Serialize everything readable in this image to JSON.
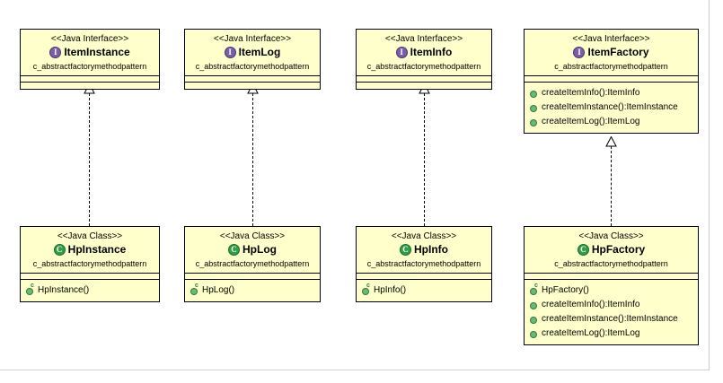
{
  "diagram": {
    "colors": {
      "box_fill": "#ffffcc",
      "box_border": "#000000",
      "interface_icon": "#7b5ea7",
      "class_icon": "#2f9e44",
      "method_icon": "#6aba72",
      "page_background": "#ffffff"
    },
    "package": "c_abstractfactorymethodpattern",
    "stereotype_interface": "<<Java Interface>>",
    "stereotype_class": "<<Java Class>>",
    "interface_icon_letter": "I",
    "class_icon_letter": "C",
    "constructor_badge": "c",
    "interfaces": [
      {
        "name": "ItemInstance",
        "stereotype": "<<Java Interface>>",
        "package": "c_abstractfactorymethodpattern",
        "methods": []
      },
      {
        "name": "ItemLog",
        "stereotype": "<<Java Interface>>",
        "package": "c_abstractfactorymethodpattern",
        "methods": []
      },
      {
        "name": "ItemInfo",
        "stereotype": "<<Java Interface>>",
        "package": "c_abstractfactorymethodpattern",
        "methods": []
      },
      {
        "name": "ItemFactory",
        "stereotype": "<<Java Interface>>",
        "package": "c_abstractfactorymethodpattern",
        "methods": [
          "createItemInfo():ItemInfo",
          "createItemInstance():ItemInstance",
          "createItemLog():ItemLog"
        ]
      }
    ],
    "classes": [
      {
        "name": "HpInstance",
        "stereotype": "<<Java Class>>",
        "package": "c_abstractfactorymethodpattern",
        "members": [
          {
            "label": "HpInstance()",
            "kind": "constructor"
          }
        ]
      },
      {
        "name": "HpLog",
        "stereotype": "<<Java Class>>",
        "package": "c_abstractfactorymethodpattern",
        "members": [
          {
            "label": "HpLog()",
            "kind": "constructor"
          }
        ]
      },
      {
        "name": "HpInfo",
        "stereotype": "<<Java Class>>",
        "package": "c_abstractfactorymethodpattern",
        "members": [
          {
            "label": "HpInfo()",
            "kind": "constructor"
          }
        ]
      },
      {
        "name": "HpFactory",
        "stereotype": "<<Java Class>>",
        "package": "c_abstractfactorymethodpattern",
        "members": [
          {
            "label": "HpFactory()",
            "kind": "constructor"
          },
          {
            "label": "createItemInfo():ItemInfo",
            "kind": "method"
          },
          {
            "label": "createItemInstance():ItemInstance",
            "kind": "method"
          },
          {
            "label": "createItemLog():ItemLog",
            "kind": "method"
          }
        ]
      }
    ],
    "relationships": [
      {
        "from": "HpInstance",
        "to": "ItemInstance",
        "type": "realization"
      },
      {
        "from": "HpLog",
        "to": "ItemLog",
        "type": "realization"
      },
      {
        "from": "HpInfo",
        "to": "ItemInfo",
        "type": "realization"
      },
      {
        "from": "HpFactory",
        "to": "ItemFactory",
        "type": "realization"
      }
    ]
  }
}
